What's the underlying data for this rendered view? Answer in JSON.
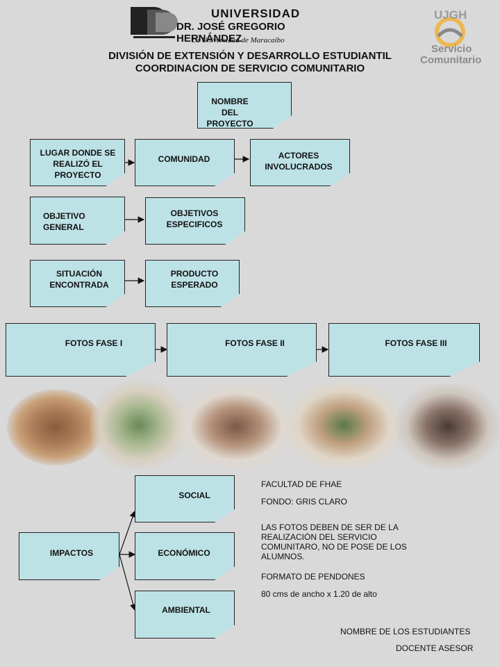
{
  "header": {
    "university_line1": "UNIVERSIDAD",
    "university_line2": "DR. JOSÉ GREGORIO HERNÁNDEZ",
    "tagline": "La Universidad de Maracaibo",
    "division": "DIVISIÓN DE EXTENSIÓN Y DESARROLLO ESTUDIANTIL",
    "coordination": "COORDINACION DE SERVICIO COMUNITARIO",
    "right_logo_top": "UJGH",
    "right_logo_line1": "Servicio",
    "right_logo_line2": "Comunitario"
  },
  "boxes": {
    "project_name": "NOMBRE DEL PROYECTO",
    "place": "LUGAR DONDE SE REALIZÓ EL PROYECTO",
    "community": "COMUNIDAD",
    "actors": "ACTORES INVOLUCRADOS",
    "general_objective": "OBJETIVO GENERAL",
    "specific_objectives": "OBJETIVOS ESPECIFICOS",
    "situation": "SITUACIÓN ENCONTRADA",
    "product": "PRODUCTO ESPERADO",
    "photos1": "FOTOS FASE I",
    "photos2": "FOTOS FASE II",
    "photos3": "FOTOS FASE III",
    "impacts": "IMPACTOS",
    "social": "SOCIAL",
    "economic": "ECONÓMICO",
    "environmental": "AMBIENTAL"
  },
  "notes": {
    "faculty": "FACULTAD DE FHAE",
    "background": "FONDO: GRIS CLARO",
    "photos_rule": "LAS FOTOS DEBEN DE SER DE LA REALIZACIÓN DEL SERVICIO COMUNITARO, NO DE POSE DE LOS ALUMNOS.",
    "format": "FORMATO DE PENDONES",
    "size": "80 cms de ancho x 1.20 de alto",
    "students": "NOMBRE DE LOS ESTUDIANTES",
    "advisor": "DOCENTE ASESOR"
  },
  "colors": {
    "background": "#d9d9d9",
    "box_fill": "#bde2e6"
  }
}
